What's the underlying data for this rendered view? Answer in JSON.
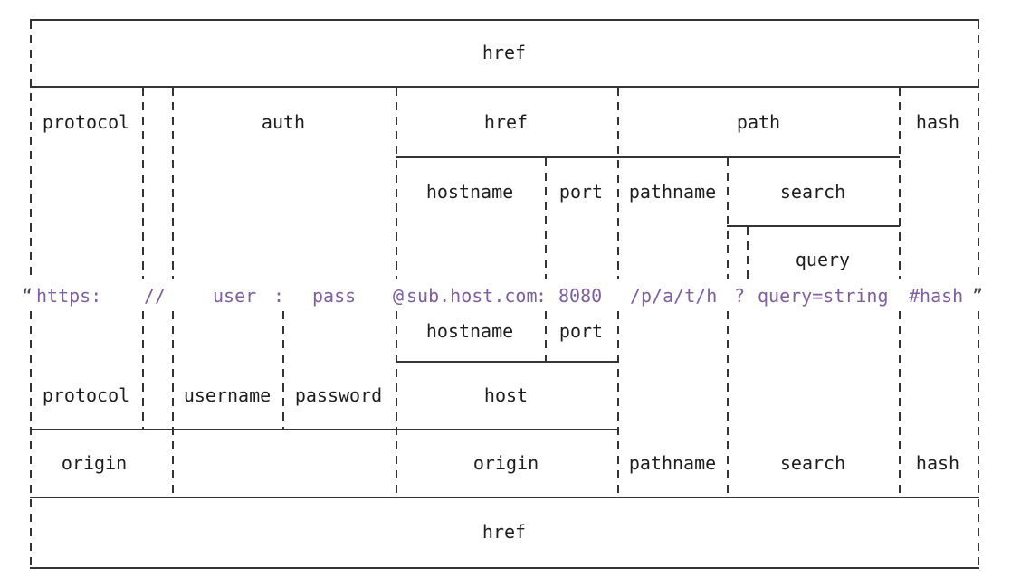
{
  "colors": {
    "line": "#343434",
    "label": "#1e1e1e",
    "url_text": "#7e5f9f",
    "quote": "#4d4752",
    "background": "#ffffff"
  },
  "diagram": {
    "row1": {
      "href": "href"
    },
    "row2": {
      "protocol": "protocol",
      "auth": "auth",
      "href": "href",
      "path": "path",
      "hash": "hash"
    },
    "row3": {
      "hostname": "hostname",
      "port": "port",
      "pathname": "pathname",
      "search": "search"
    },
    "row4": {
      "query": "query"
    },
    "row5": {
      "hostname": "hostname",
      "port": "port"
    },
    "row6": {
      "protocol": "protocol",
      "username": "username",
      "password": "password",
      "host": "host"
    },
    "row7": {
      "origin_left": "origin",
      "origin_right": "origin",
      "pathname": "pathname",
      "search": "search",
      "hash": "hash"
    },
    "row8": {
      "href": "href"
    }
  },
  "url": {
    "open_quote": "“",
    "protocol": "https:",
    "slashes": "//",
    "username": "user",
    "colon_userpass": ":",
    "password": "pass",
    "at_sign": "@",
    "hostname": "sub.host.com",
    "colon_port": ":",
    "port": "8080",
    "pathname": "/p/a/t/h",
    "question_mark": "?",
    "query": "query=string",
    "hash": "#hash",
    "close_quote": "”"
  }
}
